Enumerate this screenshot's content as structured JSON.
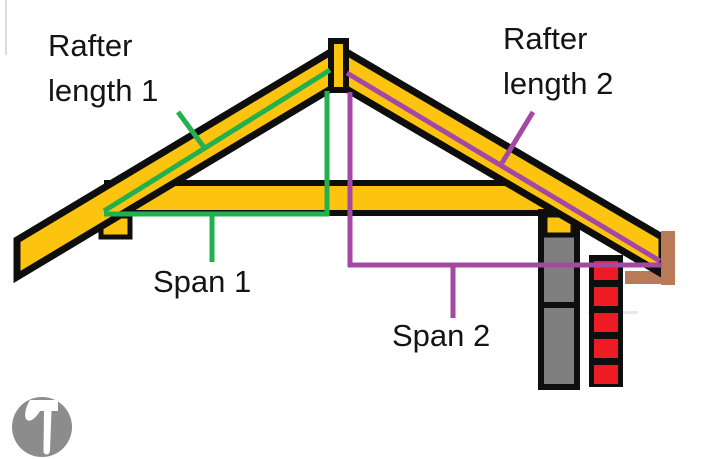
{
  "diagram": {
    "description": "Roof truss sketch comparing two rafter lengths and spans",
    "labels": {
      "rafter_length_1": [
        "Rafter",
        "length 1"
      ],
      "rafter_length_2": [
        "Rafter",
        "length 2"
      ],
      "span_1": "Span 1",
      "span_2": "Span 2"
    },
    "colors": {
      "background": "#FFFFFF",
      "wood_yellow": "#FDC40F",
      "outline_black": "#0E0E0E",
      "measure_green": "#22B14C",
      "measure_purple": "#A349A4",
      "brick_red": "#ED1C24",
      "wall_gray": "#7F7F7F",
      "fascia_brown": "#B97A57",
      "logo_gray": "#8C8C8C",
      "logo_glyph": "#FFFFFF",
      "edge_artifact_gray": "#DCDCDC",
      "soffit_shadow": "#E9E9E9"
    }
  }
}
